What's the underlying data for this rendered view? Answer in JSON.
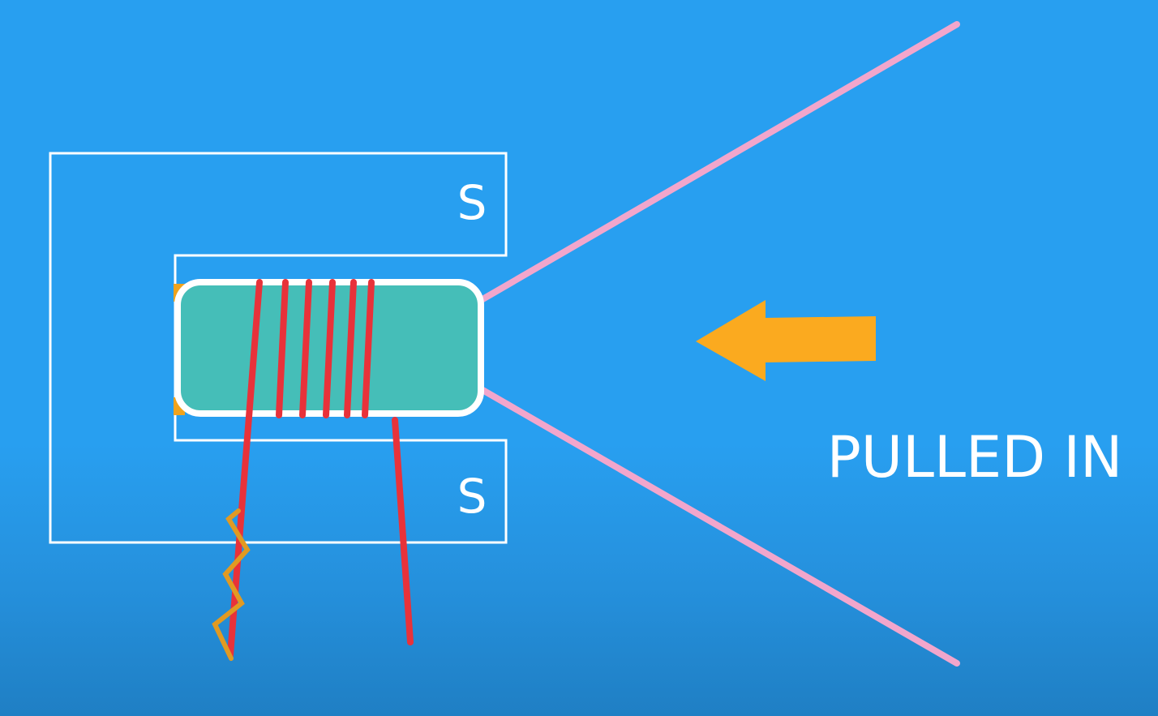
{
  "diagram": {
    "labels": {
      "top_pole": "S",
      "bottom_pole": "S",
      "status": "PULLED IN"
    },
    "colors": {
      "background": "#289ff0",
      "magnet_outline": "#ffffff",
      "armature_fill": "#45beb8",
      "coil_wire": "#e8323a",
      "spring": "#f0a31c",
      "contact_lines": "#f2a6cc",
      "arrow": "#fbaa1f"
    },
    "coil_turns": 6,
    "arrow_direction": "left"
  }
}
